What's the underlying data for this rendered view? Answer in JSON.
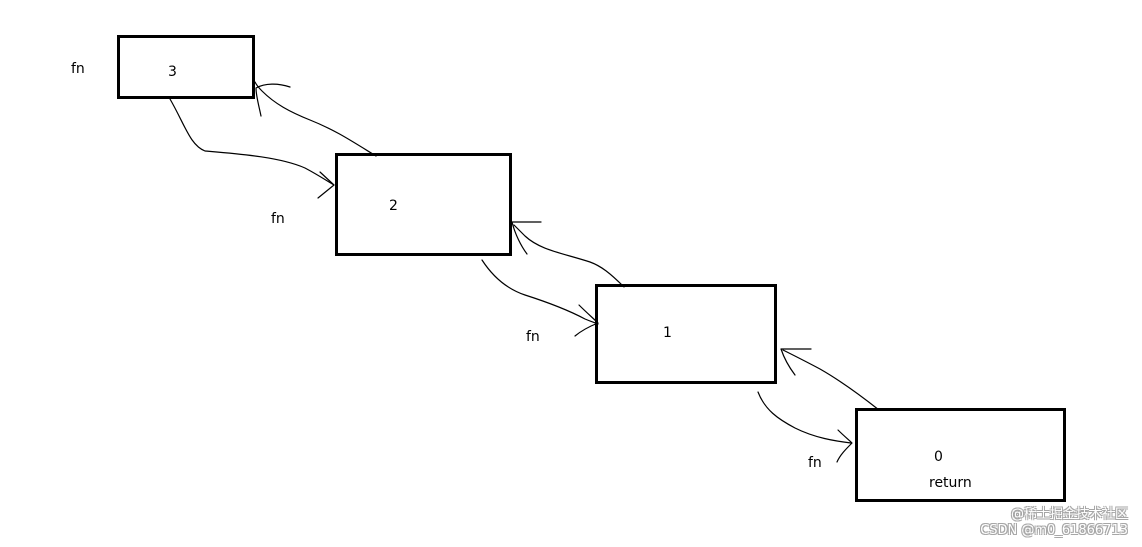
{
  "diagram": {
    "nodes": [
      {
        "id": "frame-3",
        "value": "3"
      },
      {
        "id": "frame-2",
        "value": "2"
      },
      {
        "id": "frame-1",
        "value": "1"
      },
      {
        "id": "frame-0",
        "value": "0",
        "extra": "return"
      }
    ],
    "call_labels": [
      "fn",
      "fn",
      "fn",
      "fn"
    ]
  },
  "watermark": {
    "line1": "@稀土掘金技术社区",
    "line2": "CSDN @m0_61866713"
  },
  "colors": {
    "background": "#ffffff",
    "stroke": "#000000",
    "watermark": "#9d9d9d"
  }
}
